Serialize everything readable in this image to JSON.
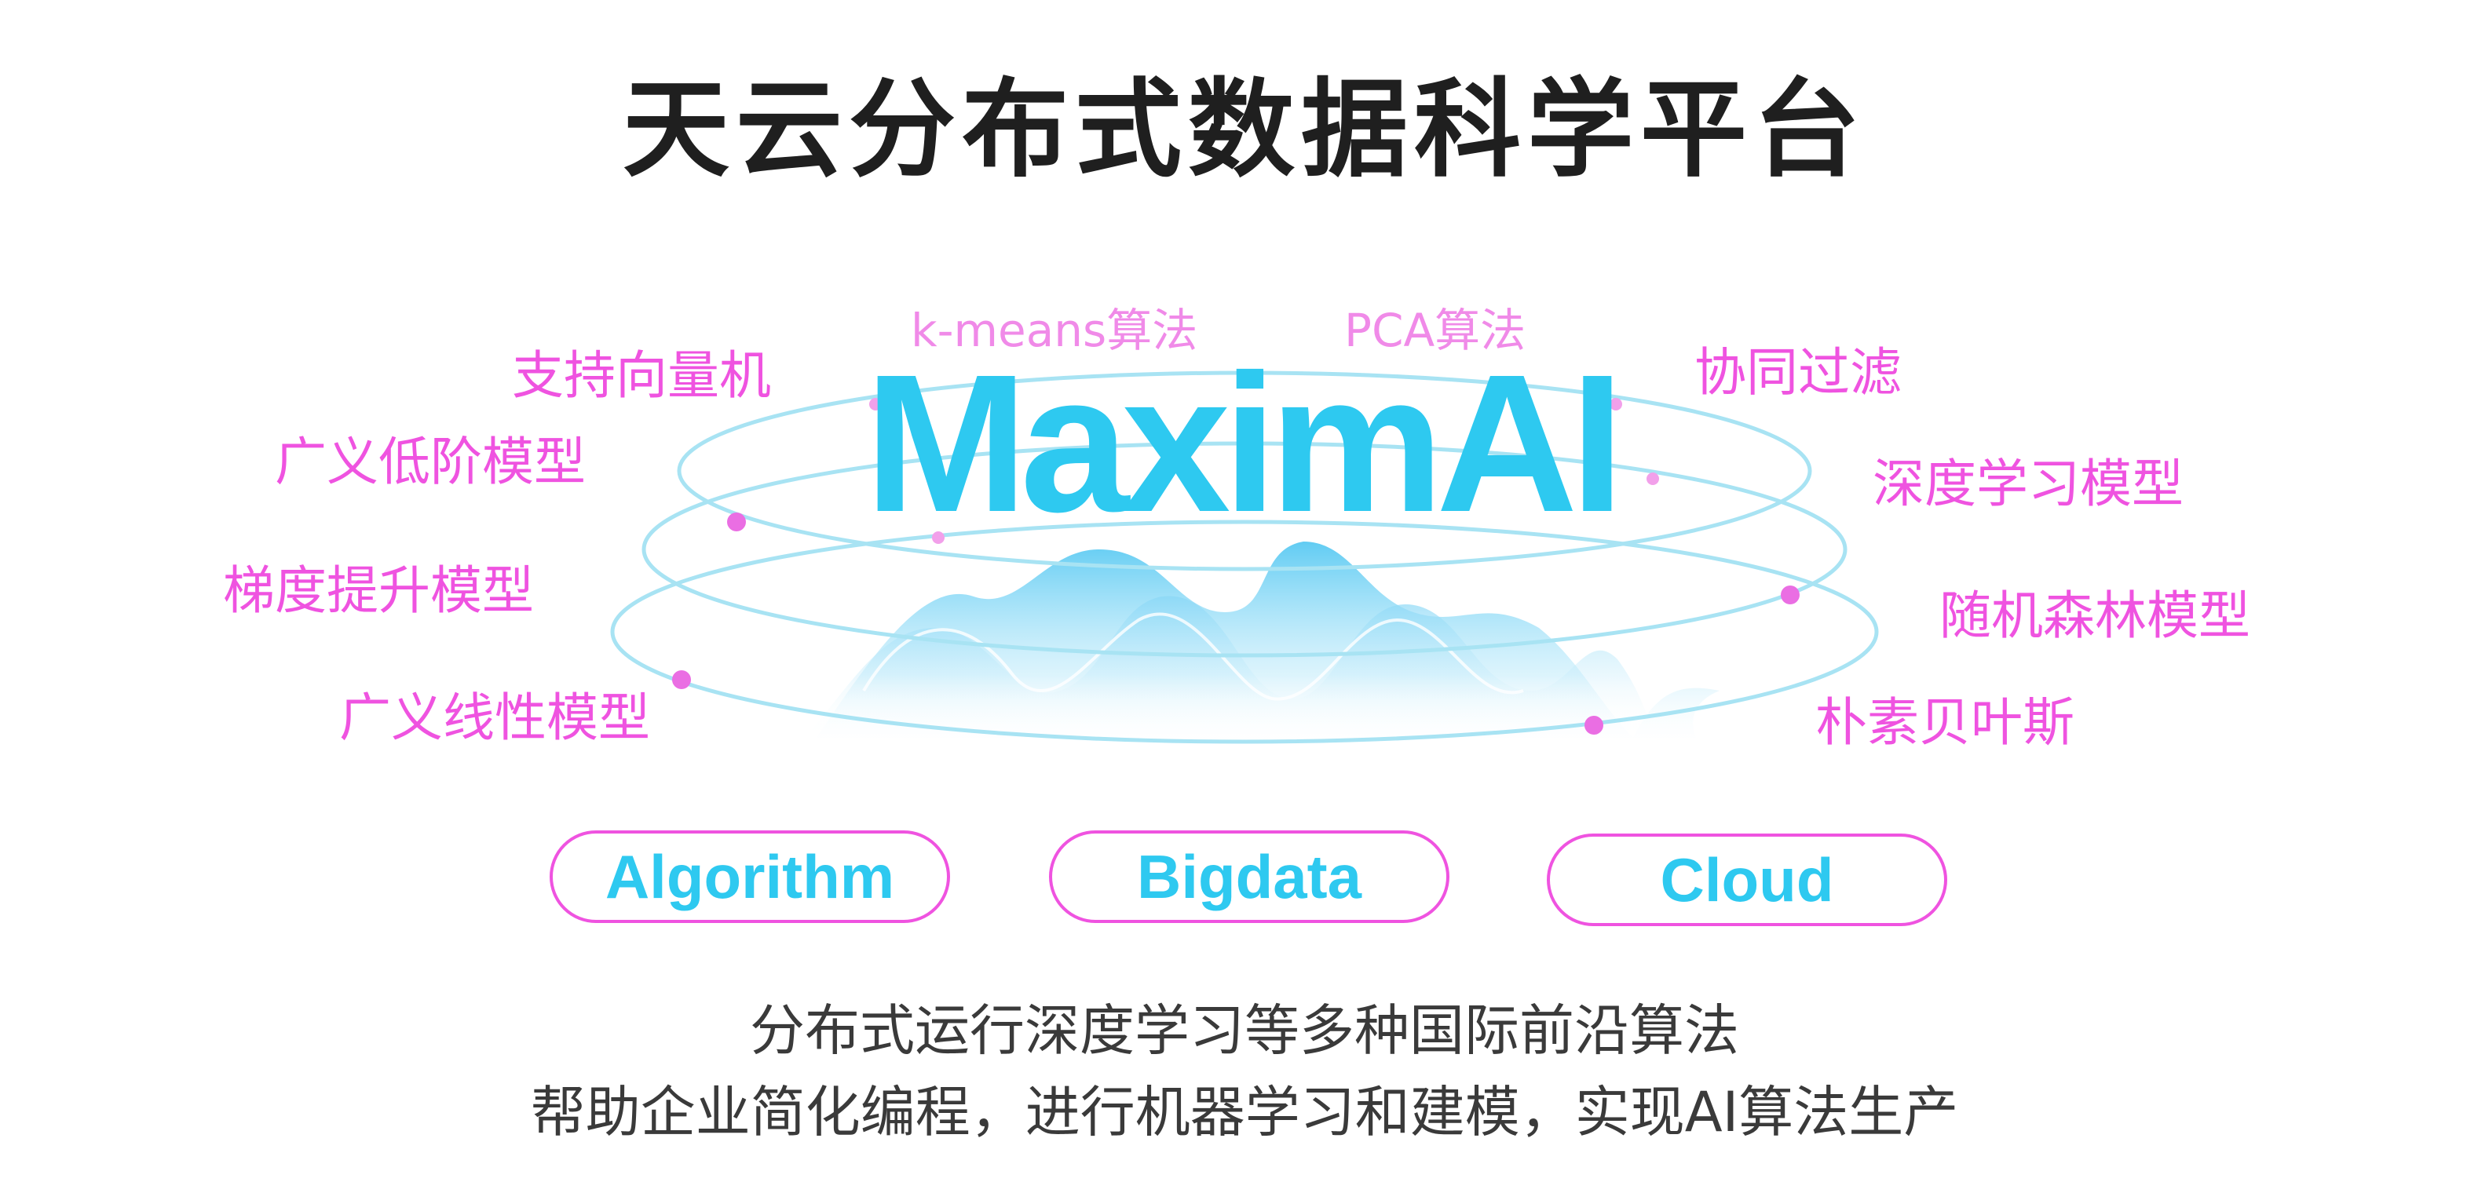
{
  "title": "天云分布式数据科学平台",
  "brand": "MaximAI",
  "algorithms_left": [
    "支持向量机",
    "广义低阶模型",
    "梯度提升模型",
    "广义线性模型"
  ],
  "algorithms_top": [
    "k-means算法",
    "PCA算法"
  ],
  "algorithms_right": [
    "协同过滤",
    "深度学习模型",
    "随机森林模型",
    "朴素贝叶斯"
  ],
  "pillars": [
    "Algorithm",
    "Bigdata",
    "Cloud"
  ],
  "tagline": [
    "分布式运行深度学习等多种国际前沿算法",
    "帮助企业简化编程，进行机器学习和建模，实现AI算法生产"
  ],
  "colors": {
    "brand": "#2ec9f0",
    "accent": "#ef53e0",
    "title": "#1f1f1f"
  }
}
